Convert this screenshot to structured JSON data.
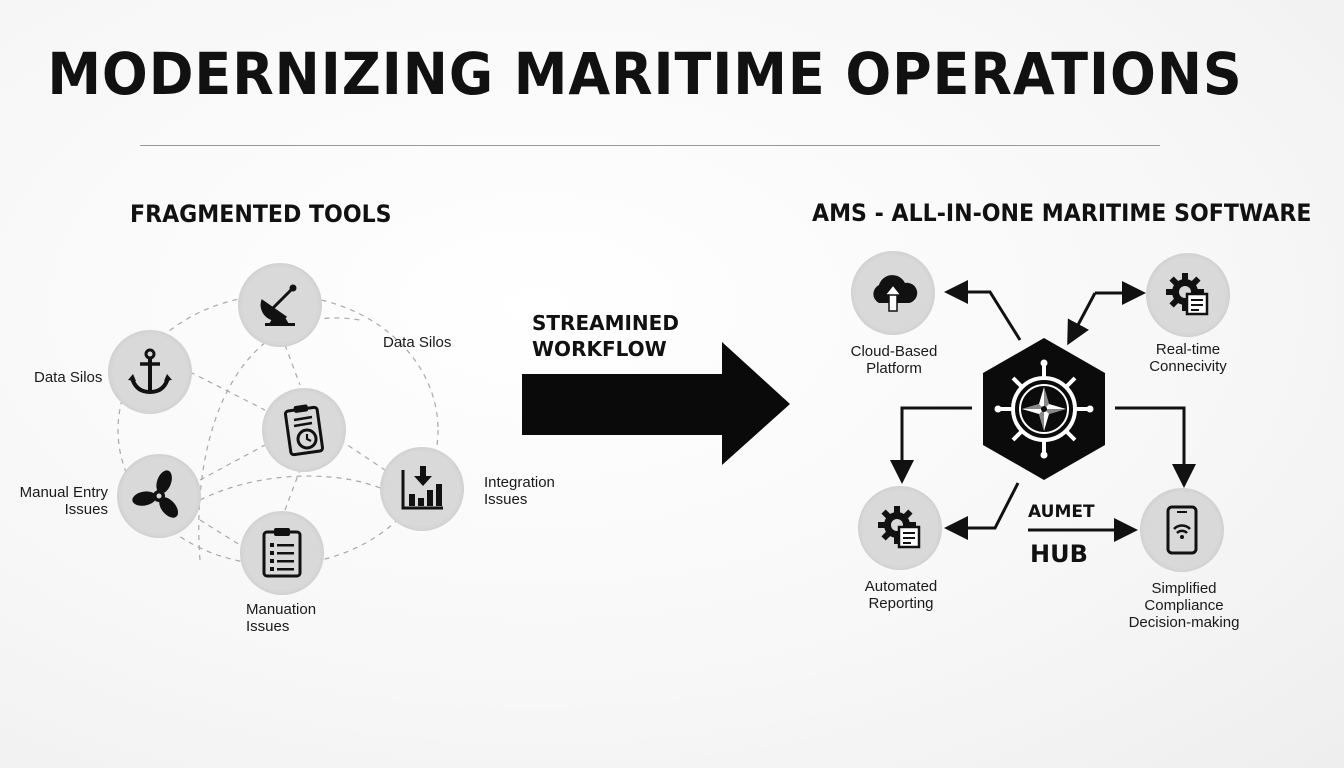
{
  "title": "MODERNIZING MARITIME OPERATIONS",
  "left": {
    "heading": "FRAGMENTED TOOLS",
    "labels": {
      "data_silos_left": "Data Silos",
      "data_silos_top": "Data Silos",
      "manual_entry_1": "Manual Entry",
      "manual_entry_2": "Issues",
      "integration_1": "Integration",
      "integration_2": "Issues",
      "manuation_1": "Manuation",
      "manuation_2": "Issues"
    },
    "icons": [
      "satellite-dish-icon",
      "anchor-icon",
      "clipboard-clock-icon",
      "propeller-icon",
      "chart-download-icon",
      "checklist-icon"
    ]
  },
  "middle": {
    "line1": "STREAMINED",
    "line2": "WORKFLOW"
  },
  "right": {
    "heading": "AMS - ALL-IN-ONE MARITIME SOFTWARE",
    "hub_label_1": "AUMET",
    "hub_label_2": "HUB",
    "nodes": {
      "cloud_1": "Cloud-Based",
      "cloud_2": "Platform",
      "realtime_1": "Real-time",
      "realtime_2": "Connecivity",
      "reporting_1": "Automated",
      "reporting_2": "Reporting",
      "compliance_1": "Simplified",
      "compliance_2": "Compliance",
      "compliance_3": "Decision-making"
    },
    "icons": [
      "cloud-upload-icon",
      "gear-report-icon",
      "ship-wheel-compass-icon",
      "gear-report-icon",
      "mobile-wifi-icon"
    ]
  },
  "colors": {
    "ink": "#111111",
    "circle": "#d9d9d9",
    "dashed": "#a8a8a8",
    "rule": "#9a9a9a"
  }
}
